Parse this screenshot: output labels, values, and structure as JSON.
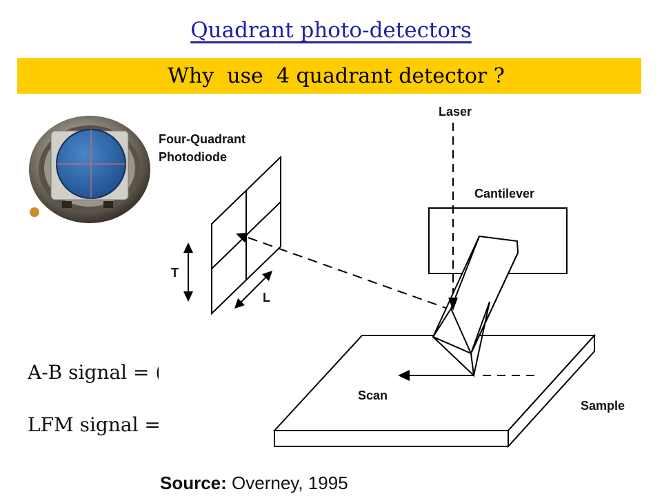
{
  "slide": {
    "title": "Quadrant photo-detectors",
    "banner": "Why  use  4 quadrant detector ?",
    "formulas": [
      "A-B signal = (",
      "LFM signal = (А"
    ]
  },
  "diagram": {
    "labels": {
      "laser": "Laser",
      "photodiode_line1": "Four-Quadrant",
      "photodiode_line2": "Photodiode",
      "cantilever": "Cantilever",
      "t_axis": "T",
      "l_axis": "L",
      "scan": "Scan",
      "sample": "Sample"
    },
    "source_label": "Source:",
    "source_text": " Overney, 1995"
  },
  "colors": {
    "title": "#1f1fa8",
    "banner": "#ffcc00",
    "photodiode_blue": "#2f6fb3",
    "line": "#000000"
  },
  "icons": [
    "quadrant-photodiode-photo"
  ]
}
